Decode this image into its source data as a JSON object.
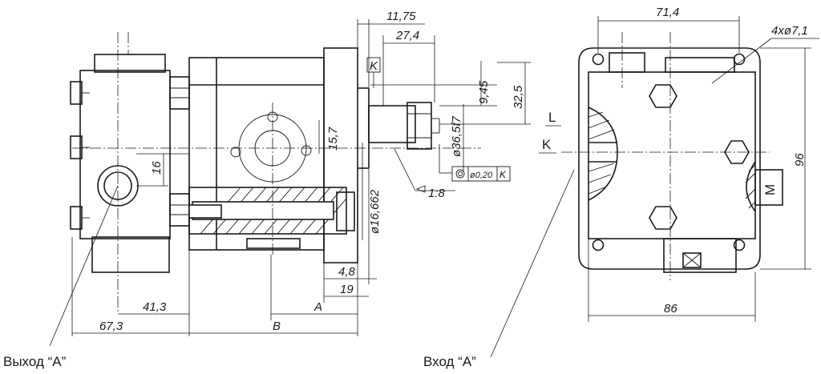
{
  "dimensions": {
    "d_11_75": "11,75",
    "d_27_4": "27,4",
    "d_9_45": "9,45",
    "d_32_5": "32,5",
    "d_36_5": "ø36,5f7",
    "d_15_7": "15,7",
    "d_16": "16",
    "d_16_662": "ø16,662",
    "d_4_8": "4,8",
    "d_19": "19",
    "d_41_3": "41,3",
    "d_67_3": "67,3",
    "d_A": "A",
    "d_B": "B",
    "d_71_4": "71,4",
    "d_holes": "4xø7,1",
    "d_96": "96",
    "d_86": "86",
    "taper": "1:8",
    "tolerance_value": "ø0,20",
    "datum_K": "K"
  },
  "letters": {
    "L": "L",
    "K": "K",
    "M": "M"
  },
  "captions": {
    "outlet": "Выход “А”",
    "inlet": "Вход “А”"
  }
}
